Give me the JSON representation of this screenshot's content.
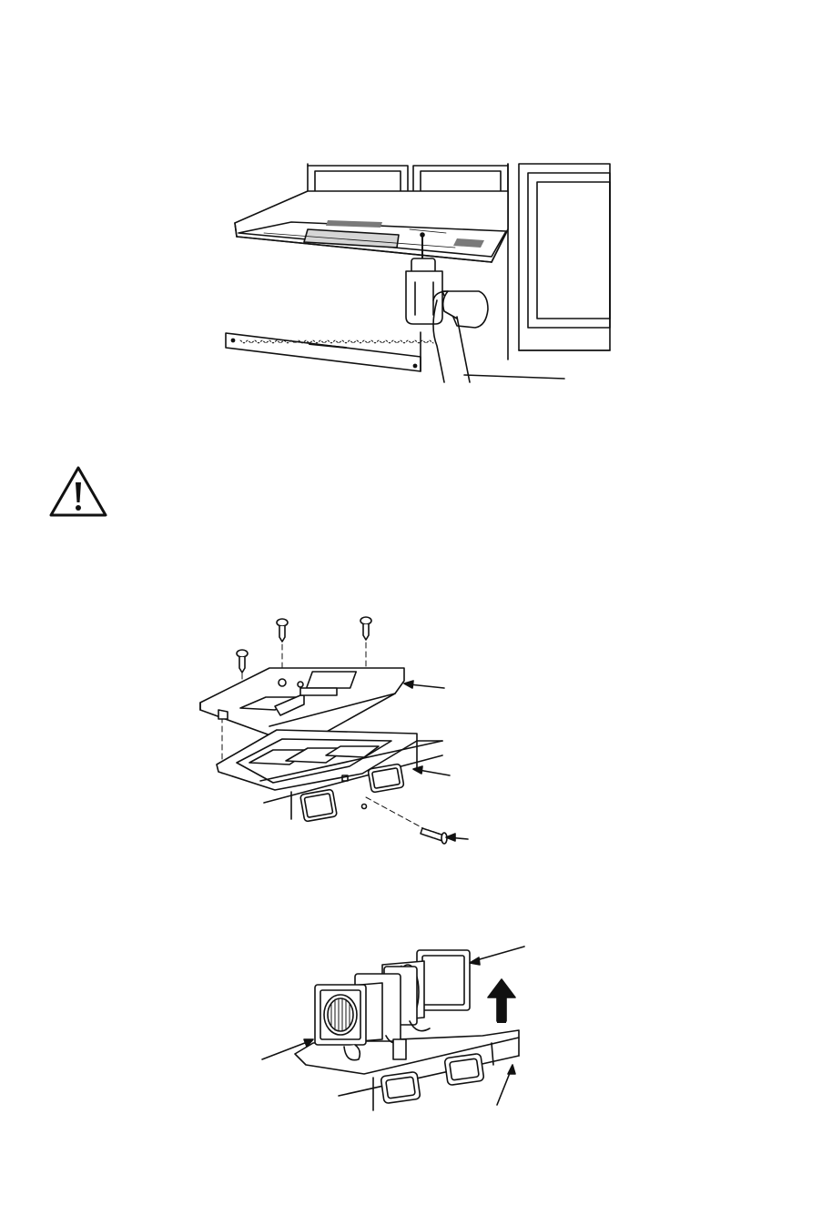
{
  "figures": [
    {
      "id": "install",
      "icon": "drill-install-illustration"
    },
    {
      "id": "plate",
      "icon": "mounting-plate-exploded-illustration"
    },
    {
      "id": "motor",
      "icon": "blower-motor-removal-illustration"
    }
  ],
  "warning": {
    "icon": "warning-triangle-icon"
  },
  "colors": {
    "ink": "#111111",
    "fill": "#ffffff",
    "shade": "#d6d6d6",
    "dark": "#7a7a7a"
  }
}
